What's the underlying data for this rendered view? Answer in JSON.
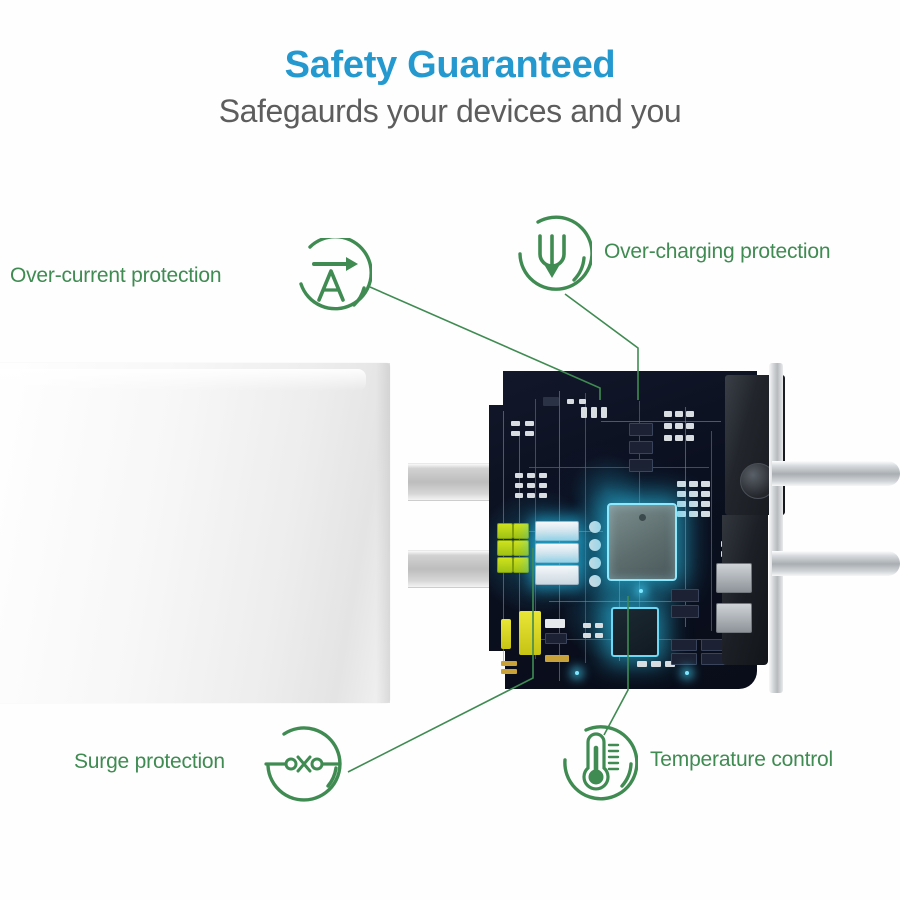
{
  "header": {
    "title": "Safety Guaranteed",
    "subtitle": "Safegaurds your devices and you",
    "title_color": "#2499cf",
    "subtitle_color": "#5d5d5d"
  },
  "theme": {
    "background": "#fefefe",
    "feature_green": "#3f8b52",
    "pcb_dark": "#0b1020",
    "pcb_glow_cyan": "#2dcdf5",
    "component_green": "#cfe21d",
    "component_yellow": "#e9e637",
    "metal_silver": "#bdbdbd"
  },
  "features": [
    {
      "id": "over-current",
      "label": "Over-current protection",
      "icon": "ammeter-arrow-icon",
      "icon_description": "letter A with right-pointing arrow in a broken circle",
      "position": "top-left"
    },
    {
      "id": "over-charging",
      "label": "Over-charging protection",
      "icon": "plug-down-arrow-icon",
      "icon_description": "U-shaped prong with downward arrow in a broken circle",
      "position": "top-right"
    },
    {
      "id": "surge",
      "label": "Surge protection",
      "icon": "broken-circuit-icon",
      "icon_description": "line with two terminals and an X break in a broken circle",
      "position": "bottom-left"
    },
    {
      "id": "temperature",
      "label": "Temperature control",
      "icon": "thermometer-icon",
      "icon_description": "thermometer with scale ticks in a broken circle",
      "position": "bottom-right"
    }
  ],
  "product": {
    "name": "wall-charger-cutaway",
    "parts": [
      {
        "name": "charger-body",
        "description": "white plastic charger housing"
      },
      {
        "name": "flat-prong-upper",
        "description": "grey flat blade contact"
      },
      {
        "name": "flat-prong-lower",
        "description": "grey flat blade contact"
      },
      {
        "name": "circuit-board",
        "description": "dark PCB with glowing cyan traces"
      },
      {
        "name": "main-controller-chip",
        "description": "large glowing IC"
      },
      {
        "name": "secondary-chip",
        "description": "small glowing IC"
      },
      {
        "name": "round-prong-upper",
        "description": "chrome round pin"
      },
      {
        "name": "round-prong-lower",
        "description": "chrome round pin"
      }
    ]
  }
}
